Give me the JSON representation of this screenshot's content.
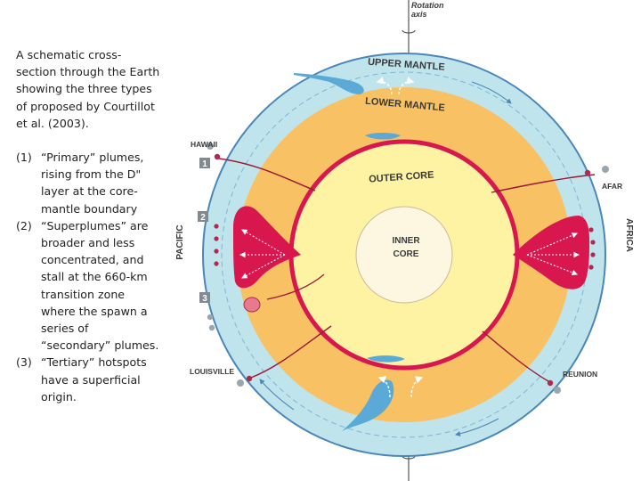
{
  "caption": {
    "intro": "A schematic cross-section through the Earth showing the three types of proposed by Courtillot et al. (2003).",
    "items": [
      {
        "num": "(1)",
        "text": "“Primary” plumes, rising from the D\" layer at the core-mantle boundary"
      },
      {
        "num": "(2)",
        "text": "“Superplumes” are broader and less concentrated, and stall at the 660-km transition zone where the spawn a series of “secondary” plumes."
      },
      {
        "num": "(3)",
        "text": "“Tertiary” hotspots have a superficial origin."
      }
    ]
  },
  "diagram": {
    "rotation_axis": {
      "line1": "Rotation",
      "line2": "axis"
    },
    "layers": {
      "upper_mantle": "UPPER MANTLE",
      "lower_mantle": "LOWER MANTLE",
      "outer_core": "OUTER CORE",
      "inner_core_line1": "INNER",
      "inner_core_line2": "CORE"
    },
    "hotspots": {
      "hawaii": "HAWAII",
      "louisville": "LOUISVILLE",
      "afar": "AFAR",
      "reunion": "REUNION"
    },
    "oceans": {
      "pacific": "PACIFIC",
      "africa": "AFRICA"
    },
    "markers": {
      "m1": "1",
      "m2": "2",
      "m3": "3"
    },
    "colors": {
      "crust": "#bfe4ec",
      "mantle": "#f7c164",
      "outer_core": "#fdf3a3",
      "inner_core": "#fdf6e0",
      "plume": "#d9174f",
      "slab": "#5aa9d6"
    }
  }
}
